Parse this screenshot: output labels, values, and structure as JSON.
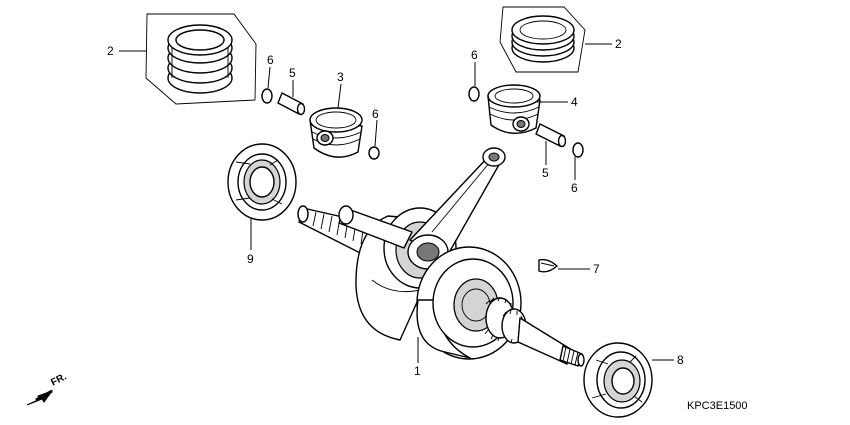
{
  "diagram": {
    "part_code": "KPC3E1500",
    "direction_label": "FR.",
    "callouts": [
      {
        "id": "c2a",
        "label": "2"
      },
      {
        "id": "c6a",
        "label": "6"
      },
      {
        "id": "c5a",
        "label": "5"
      },
      {
        "id": "c3",
        "label": "3"
      },
      {
        "id": "c6b",
        "label": "6"
      },
      {
        "id": "c6c",
        "label": "6"
      },
      {
        "id": "c2b",
        "label": "2"
      },
      {
        "id": "c4",
        "label": "4"
      },
      {
        "id": "c5b",
        "label": "5"
      },
      {
        "id": "c6d",
        "label": "6"
      },
      {
        "id": "c9",
        "label": "9"
      },
      {
        "id": "c7",
        "label": "7"
      },
      {
        "id": "c1",
        "label": "1"
      },
      {
        "id": "c8",
        "label": "8"
      }
    ]
  }
}
